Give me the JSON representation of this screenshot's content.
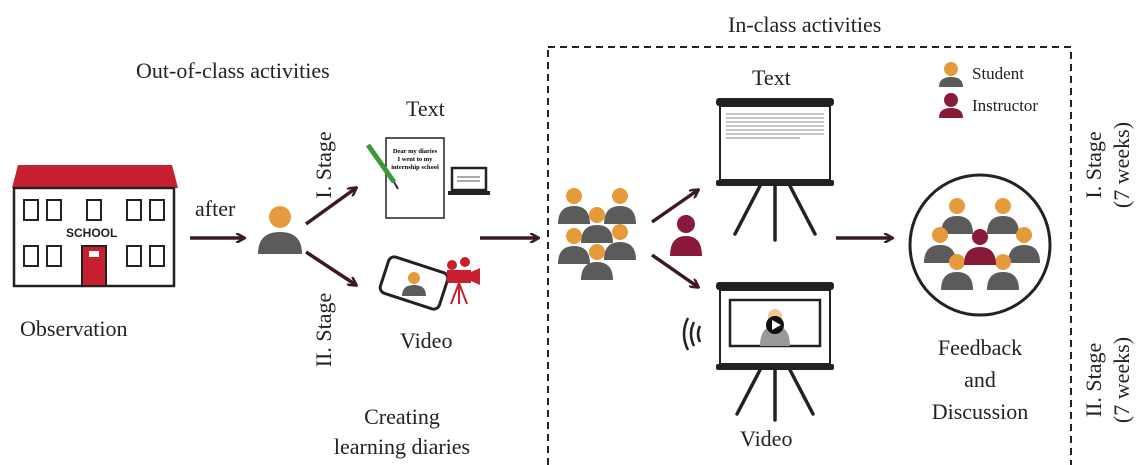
{
  "labels": {
    "out_of_class": "Out-of-class activities",
    "in_class": "In-class activities",
    "observation": "Observation",
    "after": "after",
    "school_sign": "SCHOOL",
    "stage1": "I. Stage",
    "stage2": "II. Stage",
    "text_top": "Text",
    "video_mid": "Video",
    "creating_line1": "Creating",
    "creating_line2": "learning diaries",
    "text_in_class": "Text",
    "video_in_class": "Video",
    "feedback_line1": "Feedback",
    "feedback_line2": "and",
    "feedback_line3": "Discussion",
    "right_stage1_line1": "I. Stage",
    "right_stage1_line2": "(7 weeks)",
    "right_stage2_line1": "II. Stage",
    "right_stage2_line2": "(7 weeks)",
    "diary_note": "Dear my diaries I went to my internship school"
  },
  "legend": [
    {
      "label": "Student",
      "color": "#e59a3b"
    },
    {
      "label": "Instructor",
      "color": "#8a1a3a"
    }
  ],
  "colors": {
    "student": "#e59a3b",
    "instructor": "#8a1a3a",
    "body": "#5b5b5b",
    "arrow": "#3a1a2a",
    "school_roof": "#c8202e"
  }
}
